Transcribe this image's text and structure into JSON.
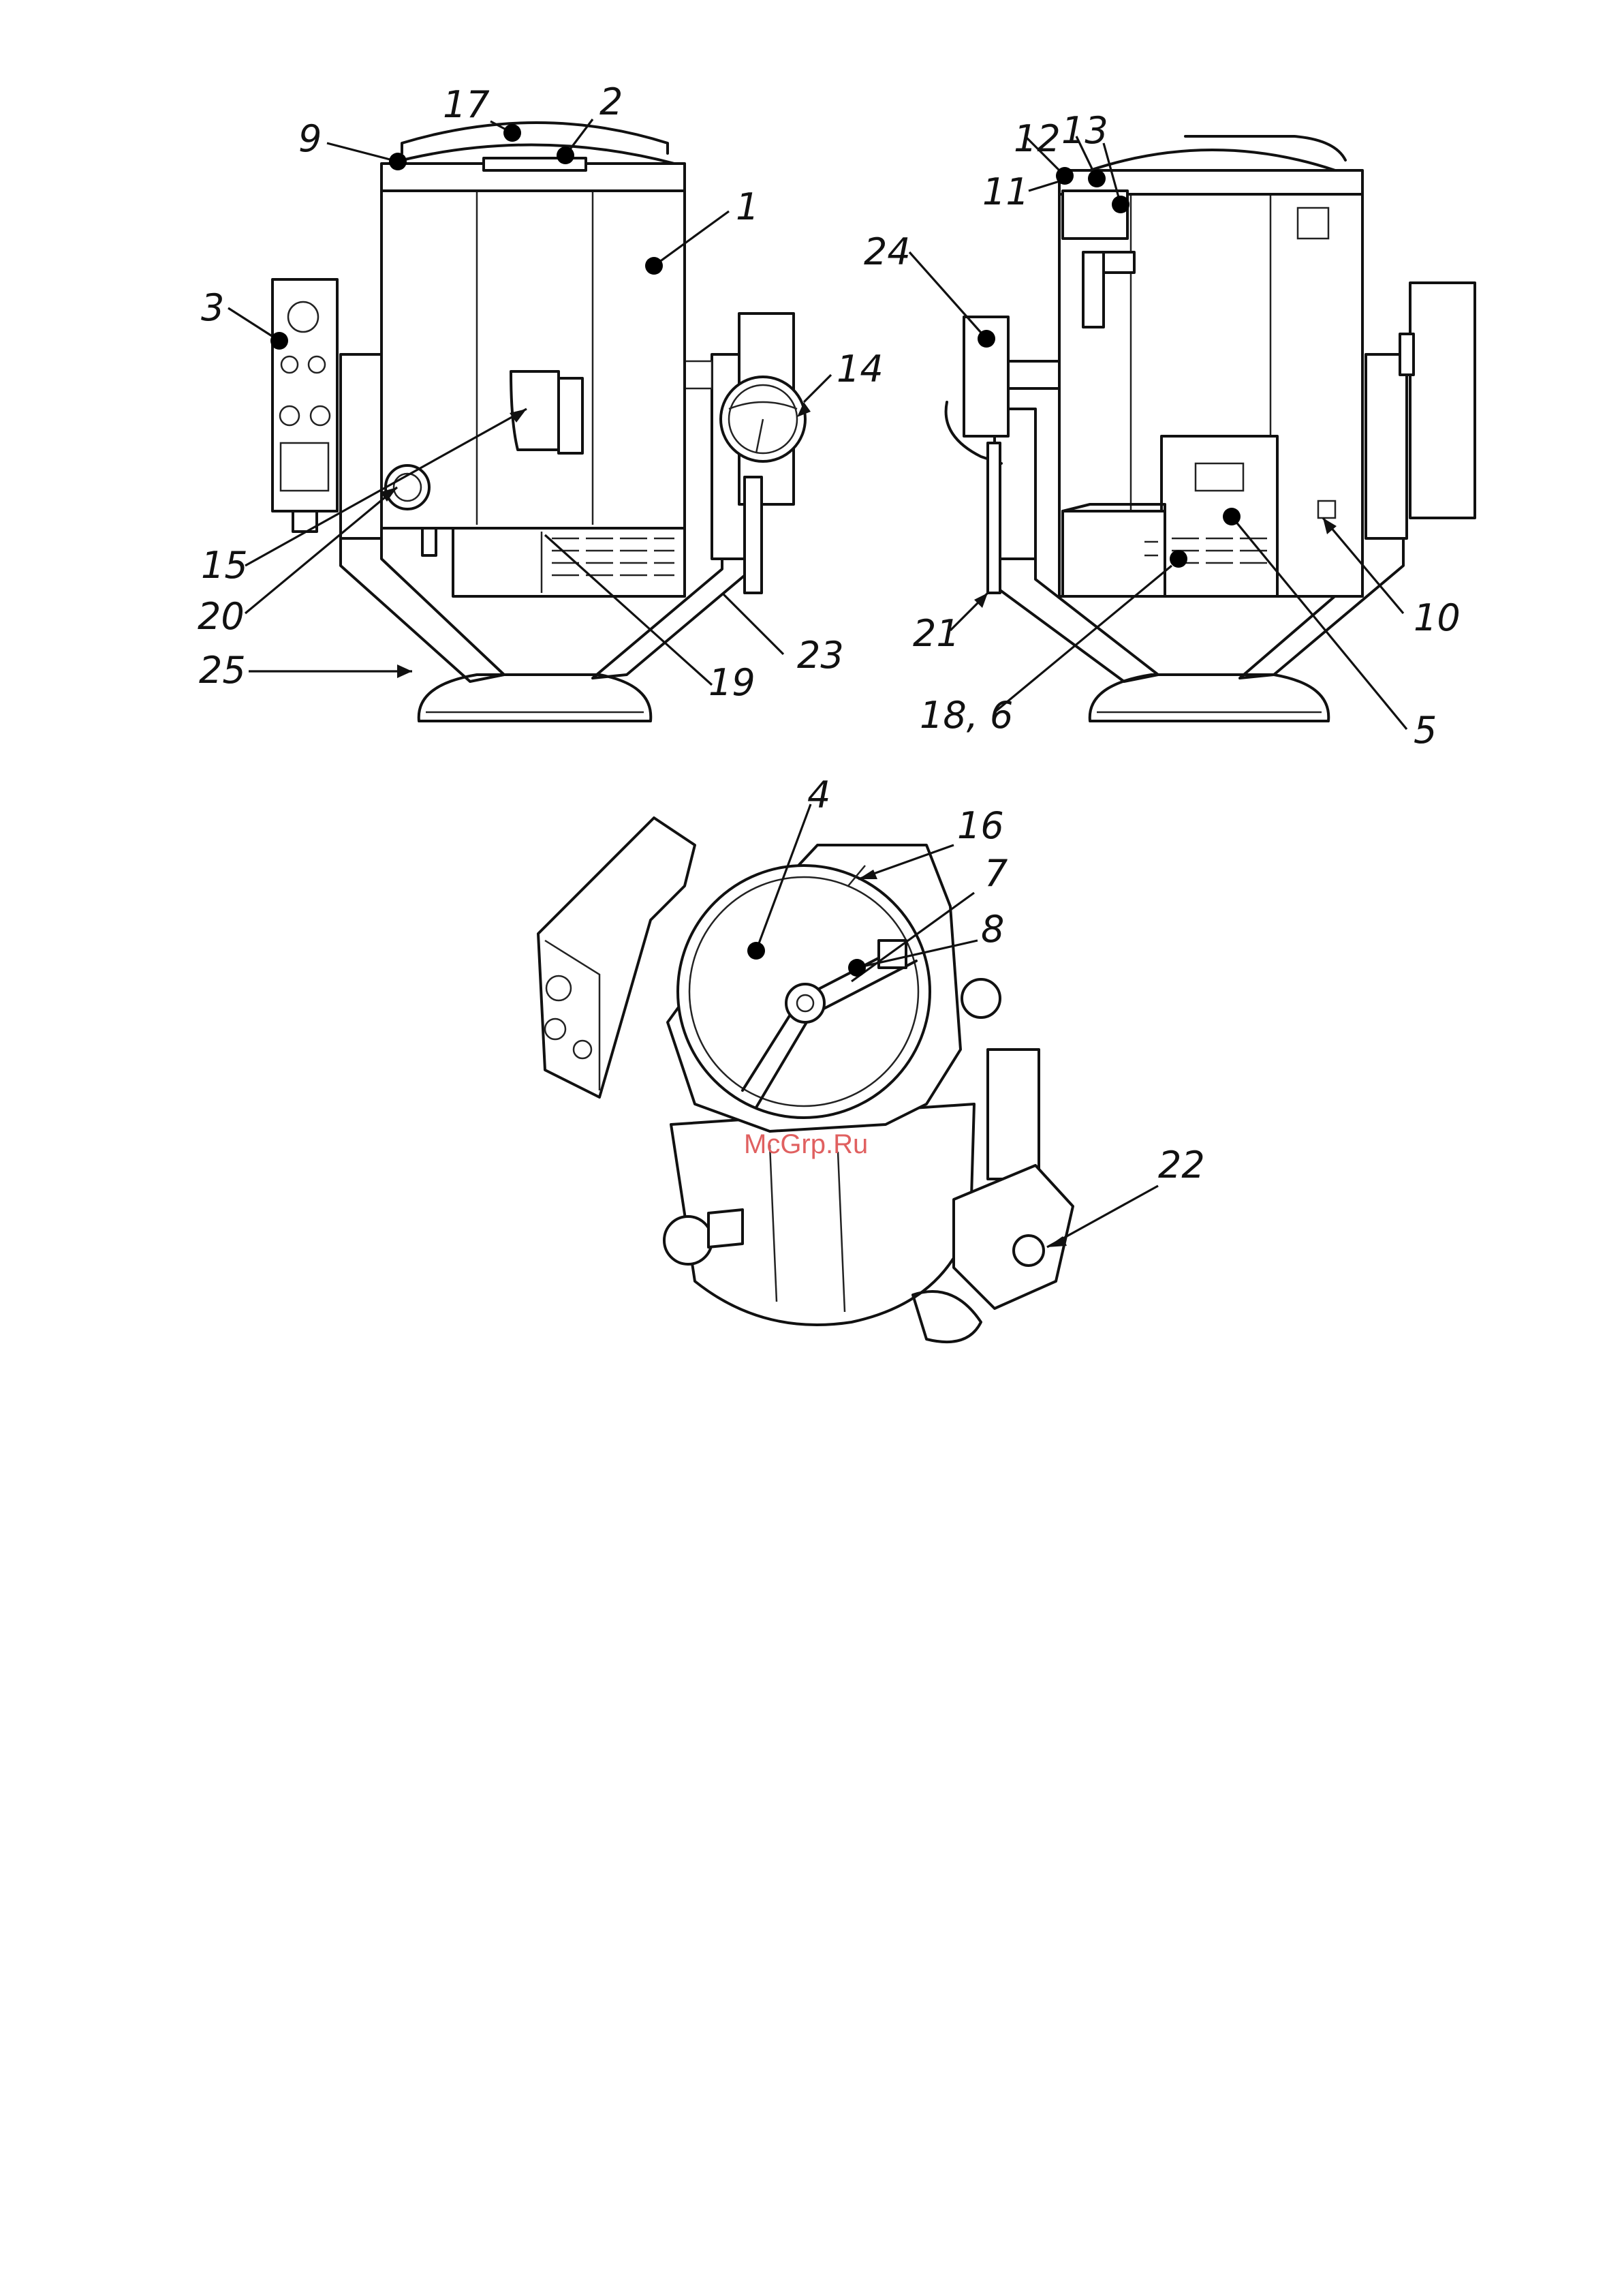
{
  "watermark": "McGrp.Ru",
  "callouts": {
    "c1": "1",
    "c2": "2",
    "c3": "3",
    "c4": "4",
    "c5": "5",
    "c7": "7",
    "c8": "8",
    "c9": "9",
    "c10": "10",
    "c11": "11",
    "c12": "12",
    "c13": "13",
    "c14": "14",
    "c15": "15",
    "c16": "16",
    "c17": "17",
    "c19": "19",
    "c20": "20",
    "c21": "21",
    "c22": "22",
    "c23": "23",
    "c24": "24",
    "c25": "25",
    "c18_6": "18, 6"
  }
}
